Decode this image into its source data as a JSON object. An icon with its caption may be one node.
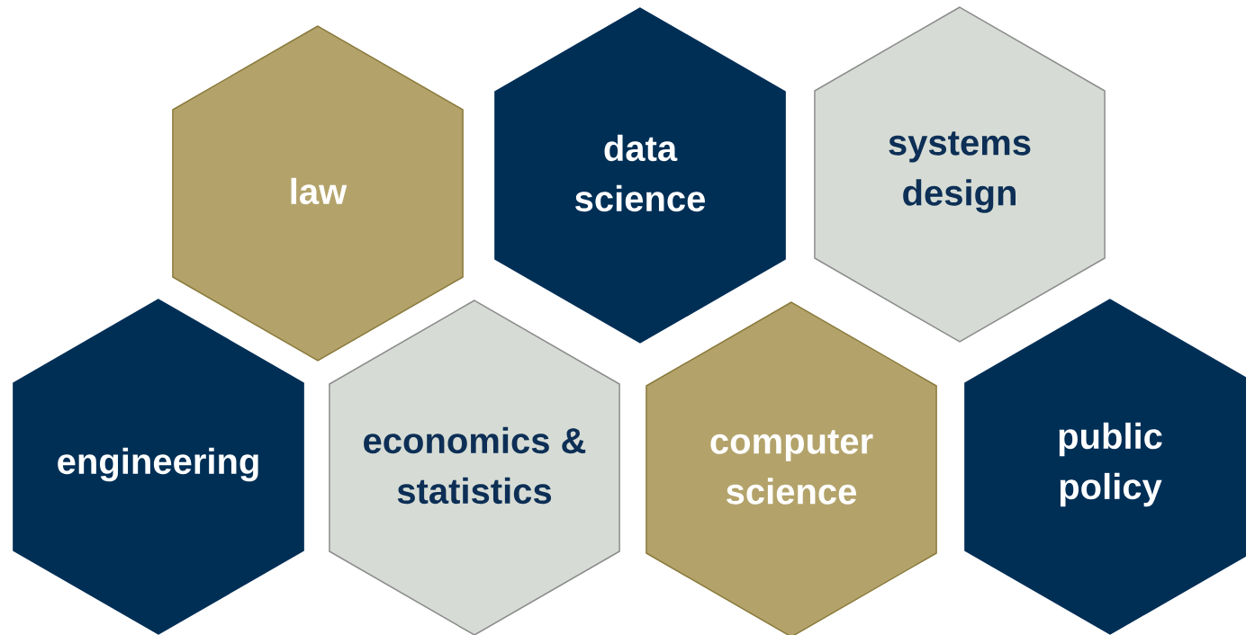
{
  "diagram": {
    "nodes": [
      {
        "text": [
          "law"
        ]
      },
      {
        "text": [
          "data science"
        ]
      },
      {
        "text": [
          "systems design"
        ]
      },
      {
        "text": [
          "engineering"
        ]
      },
      {
        "text": [
          "economics & statistics"
        ]
      },
      {
        "text": [
          "computer science"
        ]
      },
      {
        "text": [
          "public policy"
        ]
      }
    ]
  }
}
